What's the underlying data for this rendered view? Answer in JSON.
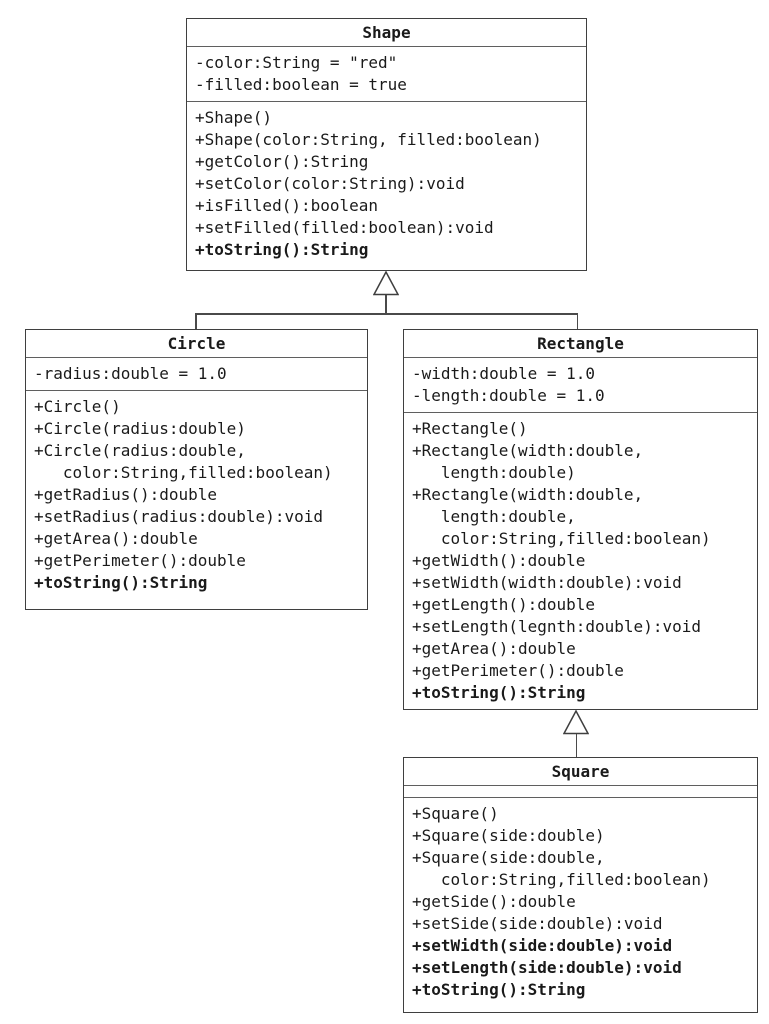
{
  "diagram": {
    "kind": "uml-class-diagram",
    "colors": {
      "background": "#ffffff",
      "box_border": "#3f3f3f",
      "separator": "#5f5f5f",
      "line": "#4a4a4a",
      "text": "#1a1a1a"
    },
    "classes": [
      {
        "id": "shape",
        "name": "Shape",
        "attributes": [
          {
            "text": "-color:String = \"red\"",
            "bold": false
          },
          {
            "text": "-filled:boolean = true",
            "bold": false
          }
        ],
        "methods": [
          {
            "text": "+Shape()",
            "bold": false
          },
          {
            "text": "+Shape(color:String, filled:boolean)",
            "bold": false
          },
          {
            "text": "+getColor():String",
            "bold": false
          },
          {
            "text": "+setColor(color:String):void",
            "bold": false
          },
          {
            "text": "+isFilled():boolean",
            "bold": false
          },
          {
            "text": "+setFilled(filled:boolean):void",
            "bold": false
          },
          {
            "text": "+toString():String",
            "bold": true
          }
        ]
      },
      {
        "id": "circle",
        "name": "Circle",
        "attributes": [
          {
            "text": "-radius:double = 1.0",
            "bold": false
          }
        ],
        "methods": [
          {
            "text": "+Circle()",
            "bold": false
          },
          {
            "text": "+Circle(radius:double)",
            "bold": false
          },
          {
            "text": "+Circle(radius:double,",
            "bold": false
          },
          {
            "text": "   color:String,filled:boolean)",
            "bold": false
          },
          {
            "text": "+getRadius():double",
            "bold": false
          },
          {
            "text": "+setRadius(radius:double):void",
            "bold": false
          },
          {
            "text": "+getArea():double",
            "bold": false
          },
          {
            "text": "+getPerimeter():double",
            "bold": false
          },
          {
            "text": "+toString():String",
            "bold": true
          }
        ]
      },
      {
        "id": "rectangle",
        "name": "Rectangle",
        "attributes": [
          {
            "text": "-width:double = 1.0",
            "bold": false
          },
          {
            "text": "-length:double = 1.0",
            "bold": false
          }
        ],
        "methods": [
          {
            "text": "+Rectangle()",
            "bold": false
          },
          {
            "text": "+Rectangle(width:double,",
            "bold": false
          },
          {
            "text": "   length:double)",
            "bold": false
          },
          {
            "text": "+Rectangle(width:double,",
            "bold": false
          },
          {
            "text": "   length:double,",
            "bold": false
          },
          {
            "text": "   color:String,filled:boolean)",
            "bold": false
          },
          {
            "text": "+getWidth():double",
            "bold": false
          },
          {
            "text": "+setWidth(width:double):void",
            "bold": false
          },
          {
            "text": "+getLength():double",
            "bold": false
          },
          {
            "text": "+setLength(legnth:double):void",
            "bold": false
          },
          {
            "text": "+getArea():double",
            "bold": false
          },
          {
            "text": "+getPerimeter():double",
            "bold": false
          },
          {
            "text": "+toString():String",
            "bold": true
          }
        ]
      },
      {
        "id": "square",
        "name": "Square",
        "attributes": [],
        "methods": [
          {
            "text": "+Square()",
            "bold": false
          },
          {
            "text": "+Square(side:double)",
            "bold": false
          },
          {
            "text": "+Square(side:double,",
            "bold": false
          },
          {
            "text": "   color:String,filled:boolean)",
            "bold": false
          },
          {
            "text": "+getSide():double",
            "bold": false
          },
          {
            "text": "+setSide(side:double):void",
            "bold": false
          },
          {
            "text": "+setWidth(side:double):void",
            "bold": true
          },
          {
            "text": "+setLength(side:double):void",
            "bold": true
          },
          {
            "text": "+toString():String",
            "bold": true
          }
        ]
      }
    ],
    "relations": [
      {
        "type": "generalization",
        "from": "Circle",
        "to": "Shape"
      },
      {
        "type": "generalization",
        "from": "Rectangle",
        "to": "Shape"
      },
      {
        "type": "generalization",
        "from": "Square",
        "to": "Rectangle"
      }
    ]
  }
}
